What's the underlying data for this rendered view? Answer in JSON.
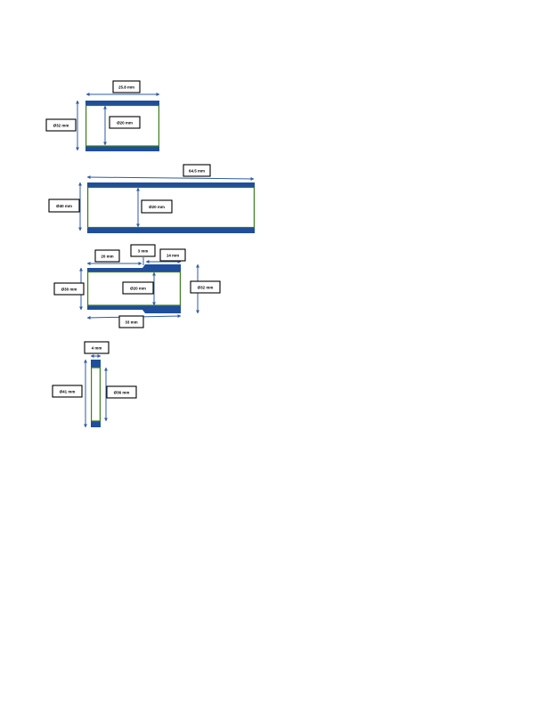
{
  "colors": {
    "wall": "#1f4e9c",
    "bore_outline": "#3a7d1e",
    "dimension_arrow": "#2e5aa8",
    "label_border": "#000000"
  },
  "parts": [
    {
      "name": "part-1",
      "labels": {
        "length": "25.8 mm",
        "outer_diameter": "Ø32 mm",
        "inner_diameter": "Ø20 mm"
      }
    },
    {
      "name": "part-2",
      "labels": {
        "length": "64.5 mm",
        "outer_diameter": "Ø40 mm",
        "inner_diameter": "Ø20 mm"
      }
    },
    {
      "name": "part-3",
      "labels": {
        "segment_1": "20 mm",
        "chamfer": "3 mm",
        "segment_2": "14 mm",
        "total_length": "33 mm",
        "outer_diameter_left": "Ø30 mm",
        "inner_diameter": "Ø20 mm",
        "outer_diameter_right": "Ø32 mm"
      }
    },
    {
      "name": "part-4",
      "labels": {
        "thickness": "4 mm",
        "outer_diameter": "Ø41 mm",
        "inner_diameter": "Ø36 mm"
      }
    }
  ]
}
